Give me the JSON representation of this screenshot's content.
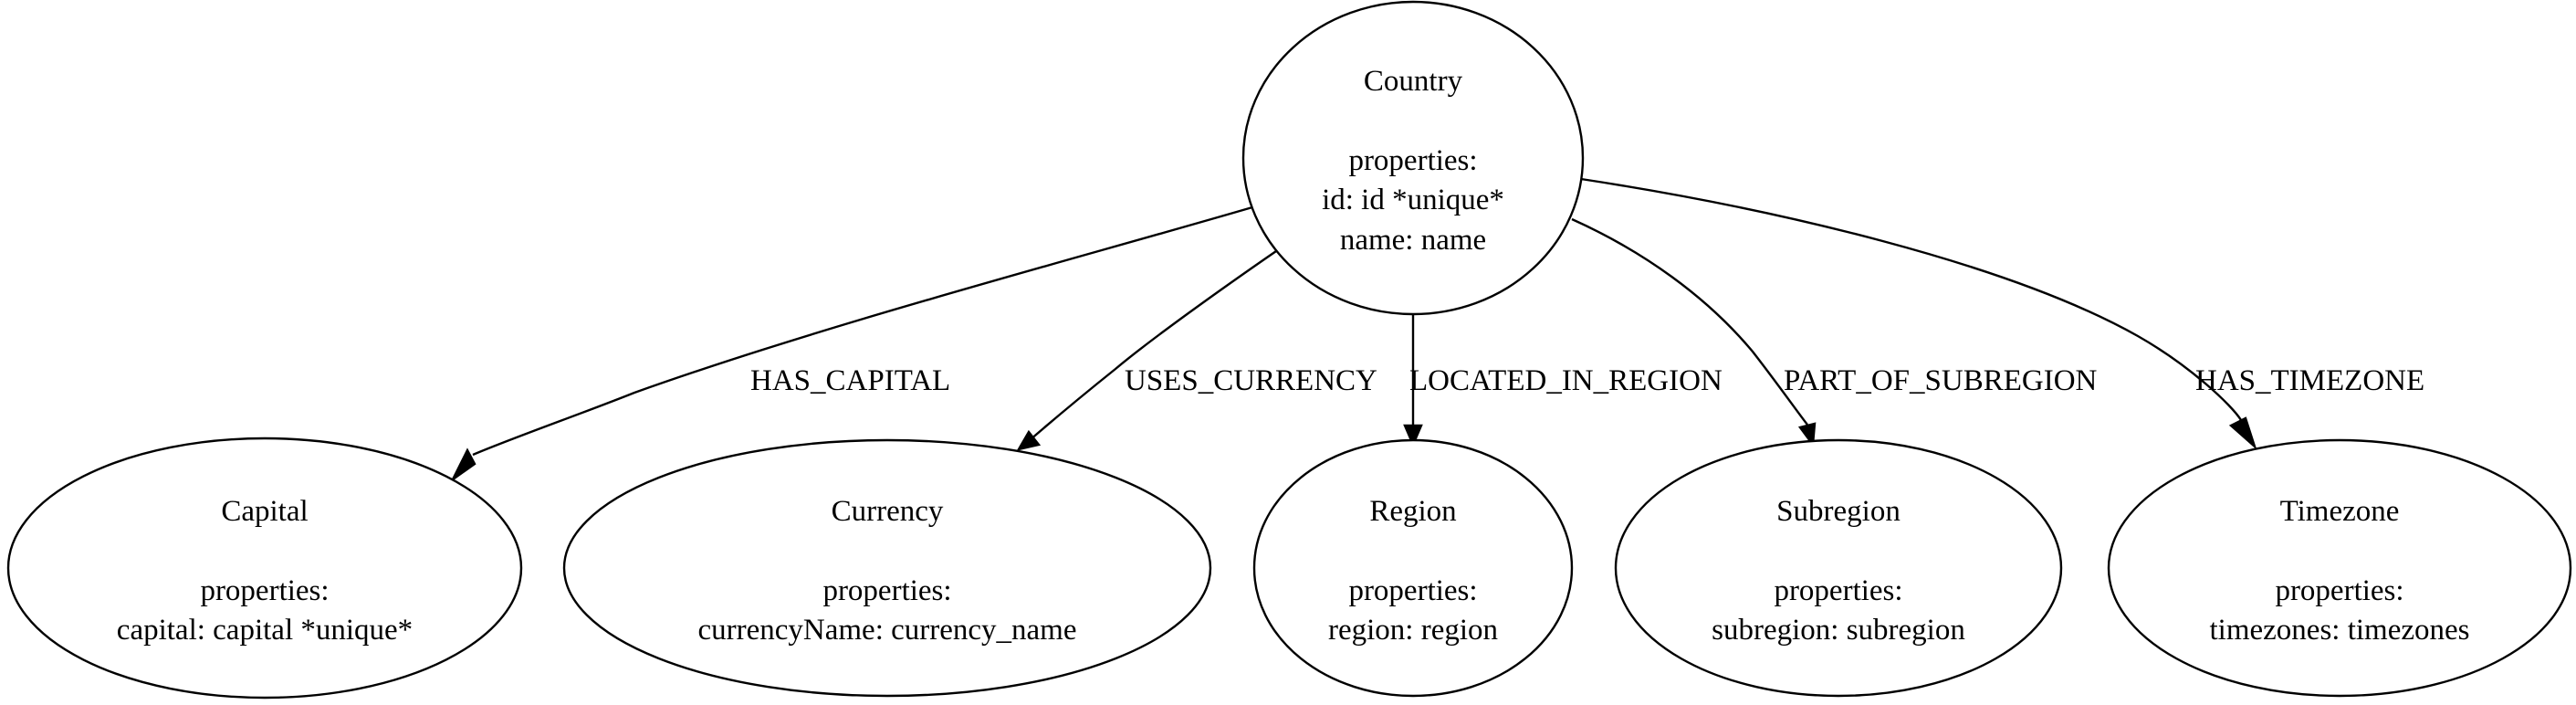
{
  "graph": {
    "nodes": [
      {
        "id": "country",
        "lines": [
          "Country",
          "",
          "properties:",
          "id: id *unique*",
          "name: name"
        ]
      },
      {
        "id": "capital",
        "lines": [
          "Capital",
          "",
          "properties:",
          "capital: capital *unique*"
        ]
      },
      {
        "id": "currency",
        "lines": [
          "Currency",
          "",
          "properties:",
          "currencyName: currency_name"
        ]
      },
      {
        "id": "region",
        "lines": [
          "Region",
          "",
          "properties:",
          "region: region"
        ]
      },
      {
        "id": "subregion",
        "lines": [
          "Subregion",
          "",
          "properties:",
          "subregion: subregion"
        ]
      },
      {
        "id": "timezone",
        "lines": [
          "Timezone",
          "",
          "properties:",
          "timezones: timezones"
        ]
      }
    ],
    "edges": [
      {
        "from": "country",
        "to": "capital",
        "label": "HAS_CAPITAL"
      },
      {
        "from": "country",
        "to": "currency",
        "label": "USES_CURRENCY"
      },
      {
        "from": "country",
        "to": "region",
        "label": "LOCATED_IN_REGION"
      },
      {
        "from": "country",
        "to": "subregion",
        "label": "PART_OF_SUBREGION"
      },
      {
        "from": "country",
        "to": "timezone",
        "label": "HAS_TIMEZONE"
      }
    ]
  }
}
